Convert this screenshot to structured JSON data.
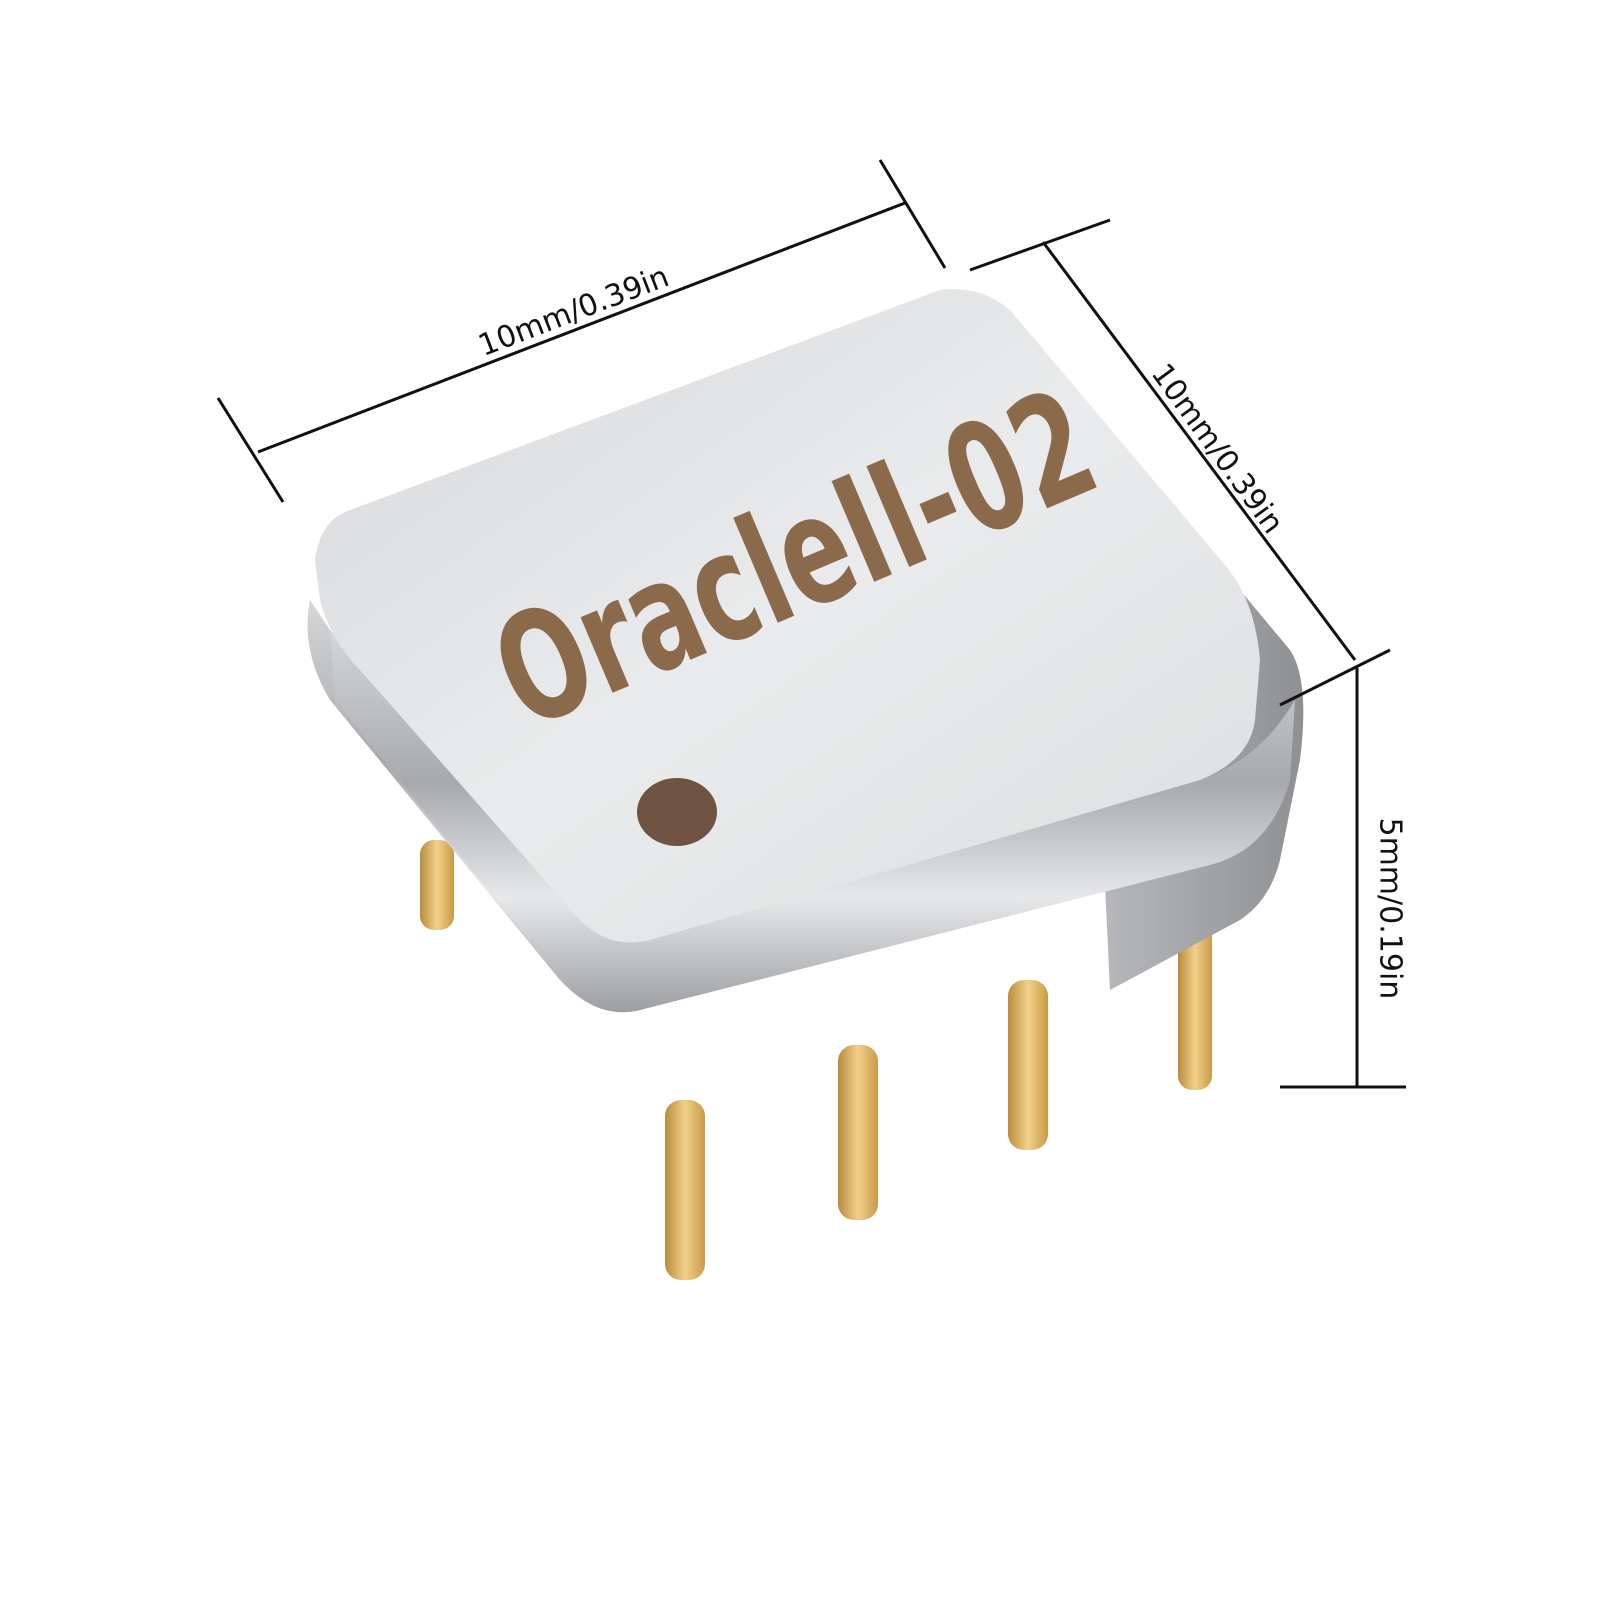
{
  "product": {
    "marking": "OracleII-02",
    "type": "single op-amp module, 8-pin DIP, metal shield",
    "pin_count": 8,
    "colors": {
      "shell": "#c9cacc",
      "shell_highlight": "#eef0f1",
      "shell_shadow": "#8d8f92",
      "marking": "#8a6a4a",
      "pins": "#e0b764"
    }
  },
  "dimensions": {
    "length": "10mm/0.39in",
    "width": "10mm/0.39in",
    "height": "5mm/0.19in"
  }
}
